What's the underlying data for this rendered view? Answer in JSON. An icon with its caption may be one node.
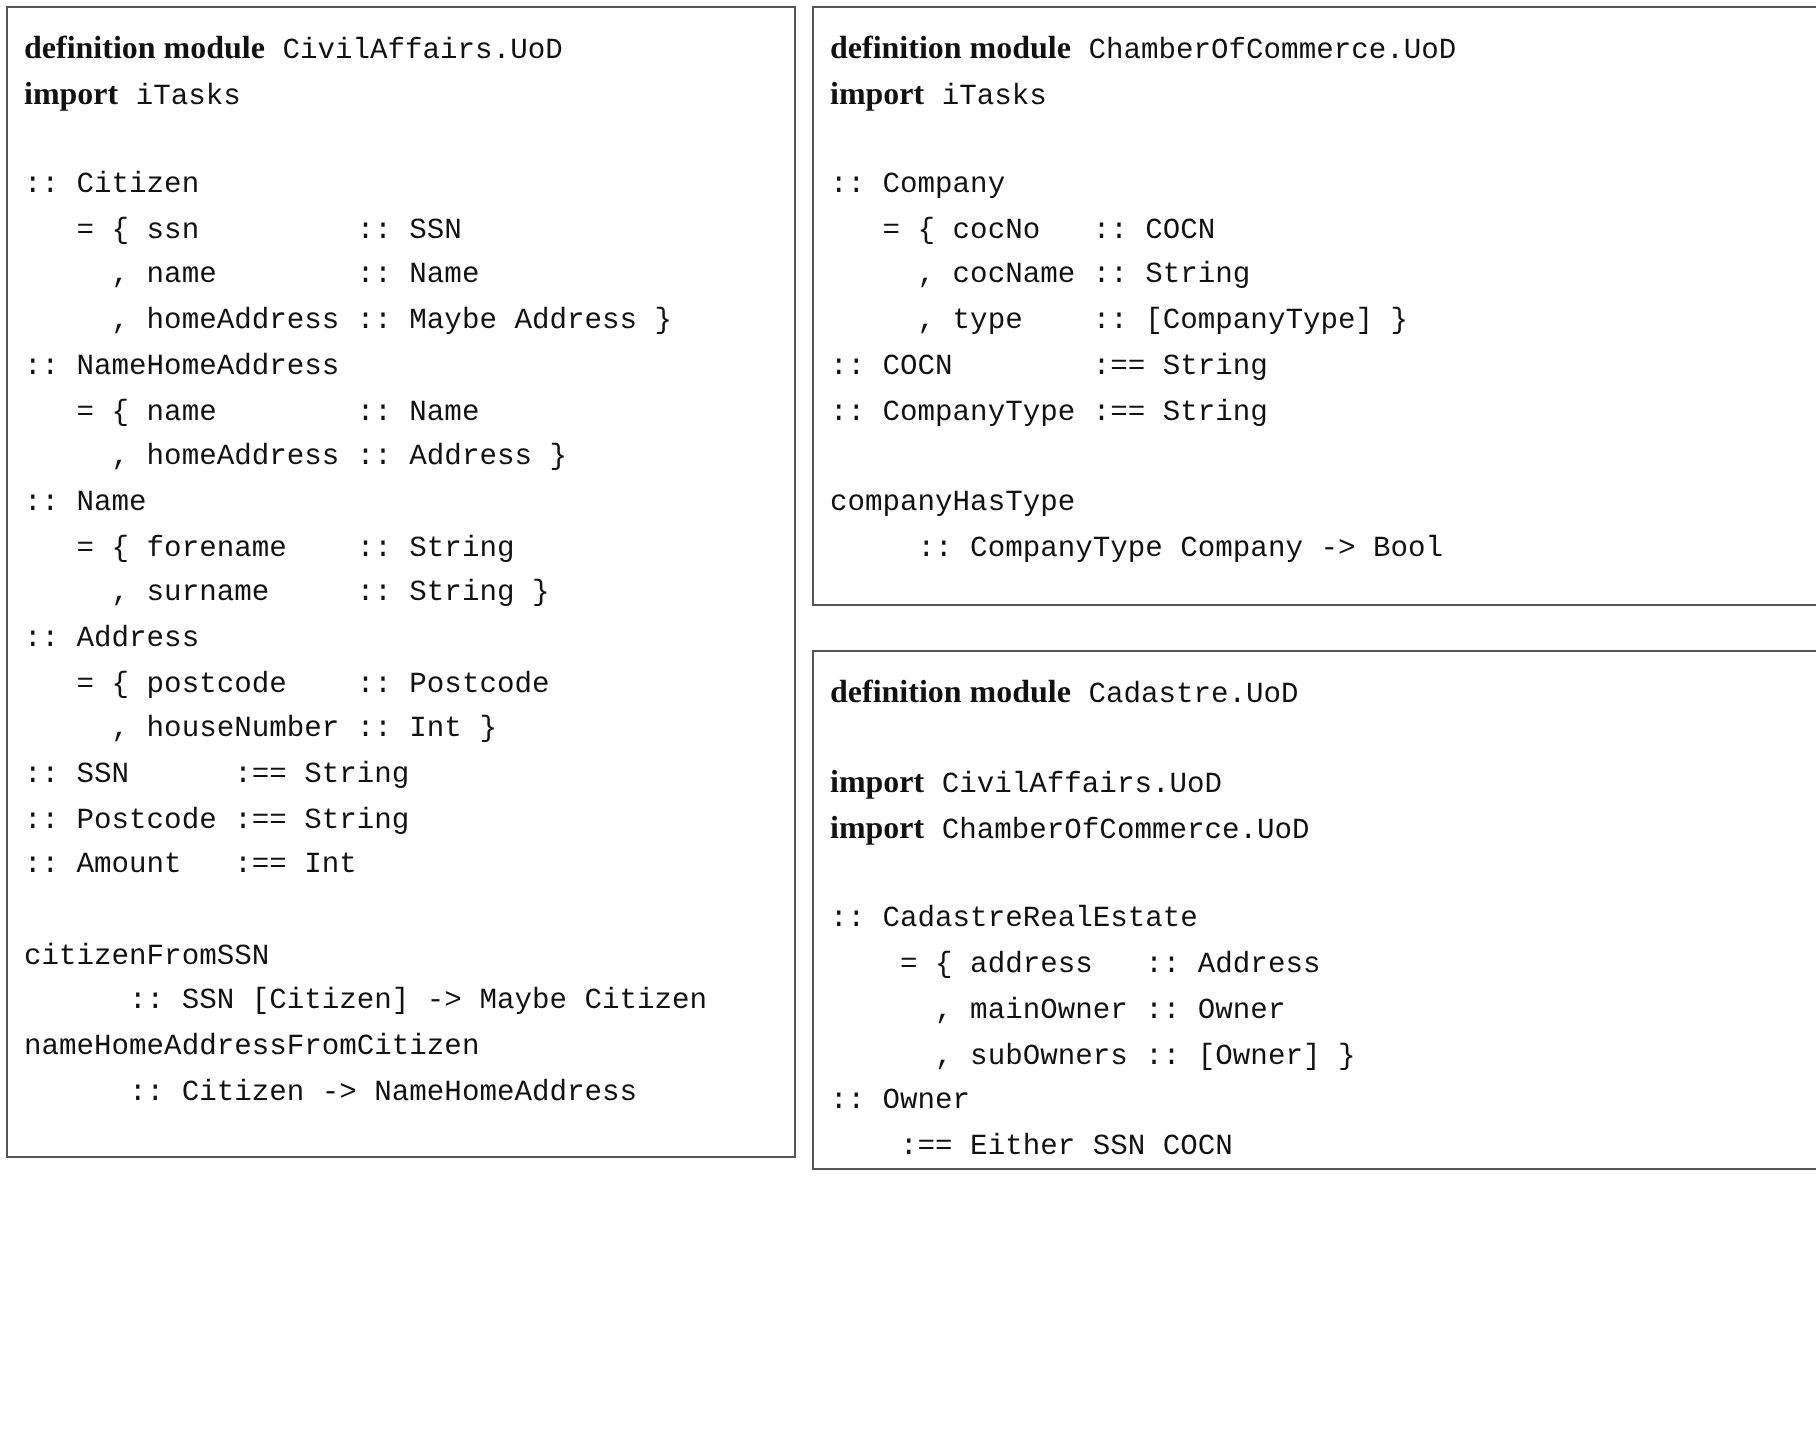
{
  "diagram": {
    "nodes": [
      {
        "text": [
          "**definition module** CivilAffairs.UoD",
          "**import** iTasks",
          ":: Citizen",
          "   = { ssn         :: SSN",
          "     , name        :: Name",
          "     , homeAddress :: Maybe Address }",
          ":: NameHomeAddress",
          "   = { name        :: Name",
          "     , homeAddress :: Address }",
          ":: Name",
          "   = { forename    :: String",
          "     , surname     :: String }",
          ":: Address",
          "   = { postcode    :: Postcode",
          "     , houseNumber :: Int }",
          ":: SSN      :== String",
          ":: Postcode :== String",
          ":: Amount   :== Int",
          "citizenFromSSN",
          "      :: SSN [Citizen] -> Maybe Citizen",
          "nameHomeAddressFromCitizen",
          "      :: Citizen -> NameHomeAddress"
        ]
      },
      {
        "text": [
          "**definition module** ChamberOfCommerce.UoD",
          "**import** iTasks",
          ":: Company",
          "   = { cocNo   :: COCN",
          "     , cocName :: String",
          "     , type    :: [CompanyType] }",
          ":: COCN        :== String",
          ":: CompanyType :== String",
          "companyHasType",
          "     :: CompanyType Company -> Bool"
        ]
      },
      {
        "text": [
          "**definition module** Cadastre.UoD",
          "**import** CivilAffairs.UoD",
          "**import** ChamberOfCommerce.UoD",
          ":: CadastreRealEstate",
          "    = { address   :: Address",
          "      , mainOwner :: Owner",
          "      , subOwners :: [Owner] }",
          ":: Owner",
          "    :== Either SSN COCN"
        ]
      }
    ]
  }
}
